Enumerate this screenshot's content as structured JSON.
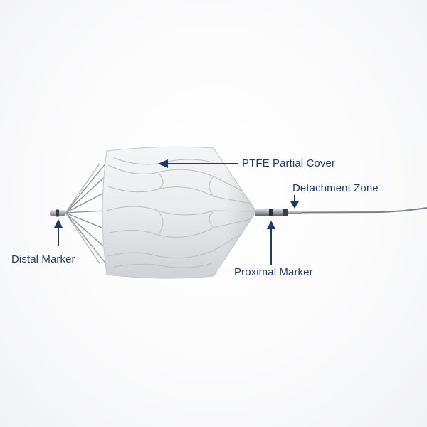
{
  "colors": {
    "label_text": "#1b3a6b",
    "arrow": "#1b3a6b",
    "cover_fill": "#e9eaec",
    "cover_shadow": "#c9cbcf",
    "wire": "#8a8f96",
    "shaft": "#9aa0a7",
    "marker": "#2a2e35"
  },
  "icons": {
    "arrow": "arrow-icon"
  },
  "labels": {
    "ptfe_cover": "PTFE Partial Cover",
    "detachment_zone": "Detachment Zone",
    "distal_marker": "Distal Marker",
    "proximal_marker": "Proximal Marker"
  }
}
